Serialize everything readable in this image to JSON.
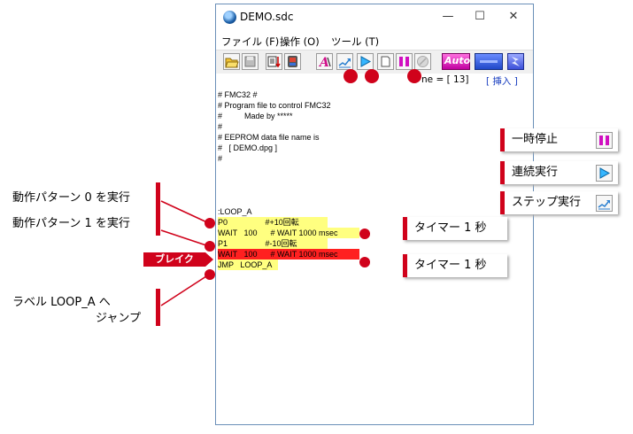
{
  "window": {
    "title": "DEMO.sdc",
    "controls": {
      "minimize": "—",
      "maximize": "☐",
      "close": "✕"
    }
  },
  "menu": [
    "ファイル (F)",
    "操作 (O)",
    "ツール (T)"
  ],
  "toolbar": {
    "auto_label": "Auto",
    "icons": [
      "open-folder-icon",
      "save-disk-icon",
      "load-script-icon",
      "device-icon",
      "font-a-icon",
      "step-run-icon",
      "continuous-run-icon",
      "blank-page-icon",
      "pause-icon",
      "stop-disabled-icon",
      "auto-button",
      "real-button",
      "lightning-icon"
    ]
  },
  "status": {
    "line_text": "ne = [   13]",
    "mode": "[ 挿入 ]"
  },
  "editor": {
    "lines": [
      "# FMC32 #",
      "# Program file to control FMC32",
      "#          Made by *****",
      "#",
      "# EEPROM data file name is",
      "#   [ DEMO.dpg ]",
      "#",
      "",
      "",
      "",
      ":LOOP_A",
      "P0                 #+10回転",
      "WAIT   100      # WAIT 1000 msec",
      "P1                 #-10回転",
      "WAIT   100      # WAIT 1000 msec",
      "JMP   LOOP_A"
    ]
  },
  "annotations": {
    "pause": "一時停止",
    "continuous": "連続実行",
    "step": "ステップ実行",
    "timer1": "タイマー 1 秒",
    "timer2": "タイマー 1 秒",
    "pattern0": "動作パターン 0 を実行",
    "pattern1": "動作パターン 1 を実行",
    "break": "ブレイク",
    "jump_line1": "ラベル LOOP_A へ",
    "jump_line2": "ジャンプ"
  },
  "colors": {
    "accent": "#d0021b",
    "highlight_yellow": "#ffff80",
    "highlight_red": "#ff2020",
    "mode_blue": "#1a3fc0"
  }
}
